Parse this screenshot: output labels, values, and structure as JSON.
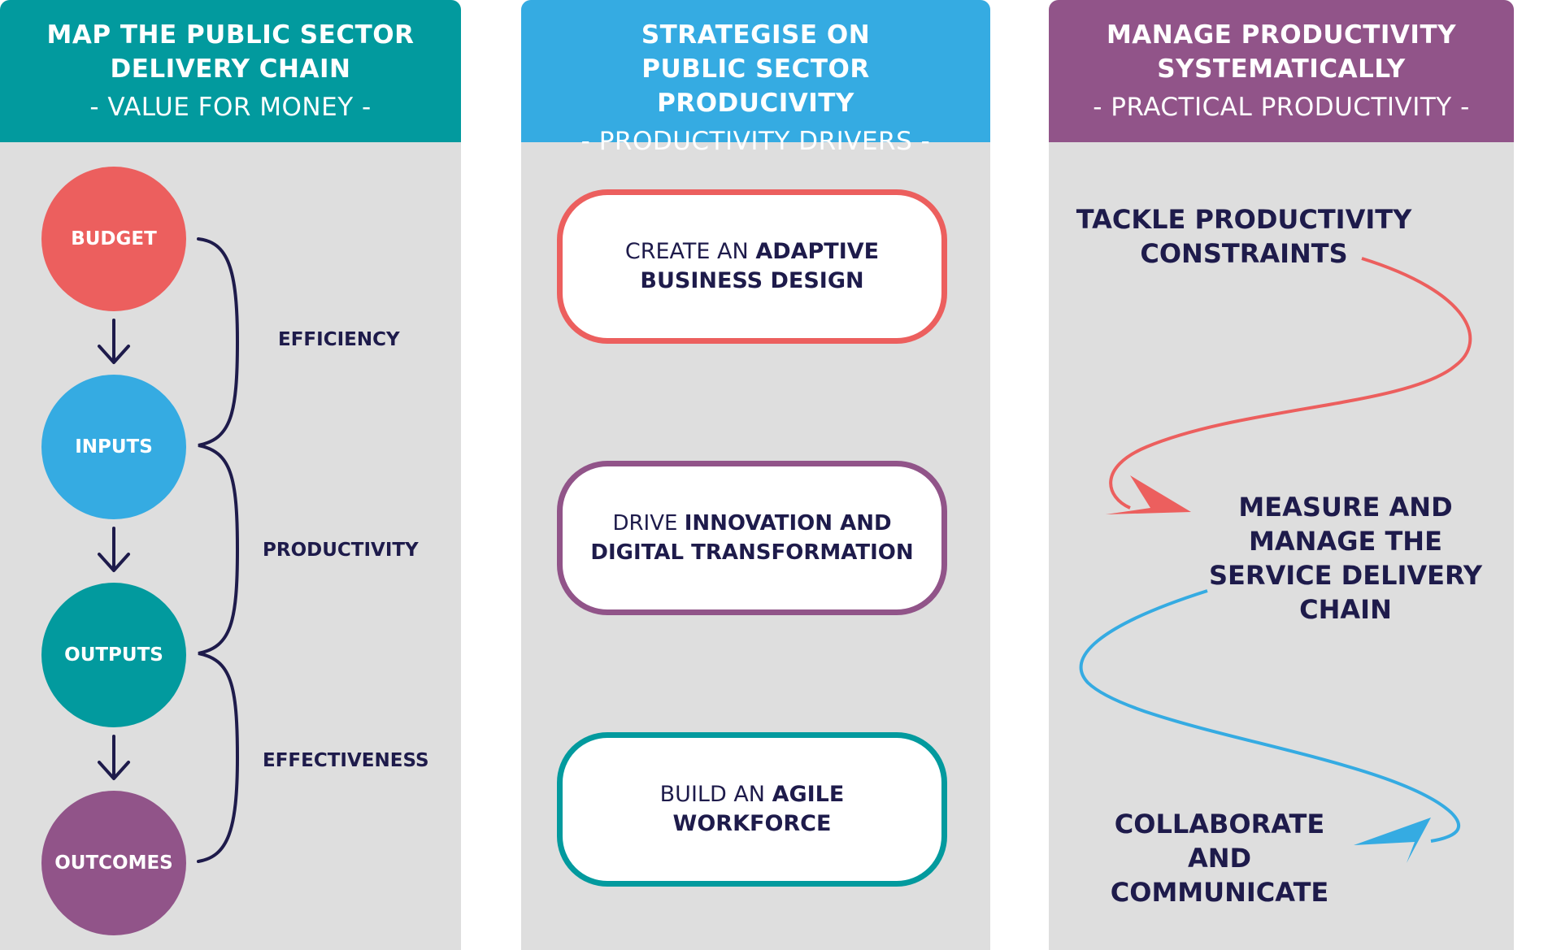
{
  "panels": [
    {
      "title": "MAP THE PUBLIC SECTOR DELIVERY CHAIN",
      "subtitle": "- VALUE FOR MONEY -",
      "color": "#029a9e",
      "chain": [
        "BUDGET",
        "INPUTS",
        "OUTPUTS",
        "OUTCOMES"
      ],
      "chain_colors": [
        "#ec5f5e",
        "#35abe2",
        "#029a9e",
        "#915489"
      ],
      "measures": [
        "EFFICIENCY",
        "PRODUCTIVITY",
        "EFFECTIVENESS"
      ]
    },
    {
      "title": "STRATEGISE ON PUBLIC SECTOR PRODUCIVITY",
      "subtitle": "- PRODUCTIVITY DRIVERS -",
      "color": "#35abe2",
      "drivers": [
        {
          "prefix": "CREATE AN ",
          "bold": "ADAPTIVE BUSINESS DESIGN",
          "color": "#ec5f5e"
        },
        {
          "prefix": "DRIVE ",
          "bold": "INNOVATION AND DIGITAL TRANSFORMATION",
          "color": "#915489"
        },
        {
          "prefix": "BUILD AN ",
          "bold": "AGILE WORKFORCE",
          "color": "#029a9e"
        }
      ]
    },
    {
      "title": "MANAGE PRODUCTIVITY SYSTEMATICALLY",
      "subtitle": "- PRACTICAL PRODUCTIVITY -",
      "color": "#915489",
      "steps": [
        "TACKLE PRODUCTIVITY CONSTRAINTS",
        "MEASURE AND MANAGE THE SERVICE DELIVERY CHAIN",
        "COLLABORATE AND COMMUNICATE"
      ],
      "arrow_colors": [
        "#ec5f5e",
        "#35abe2"
      ]
    }
  ],
  "text_color": "#1e1b4b"
}
